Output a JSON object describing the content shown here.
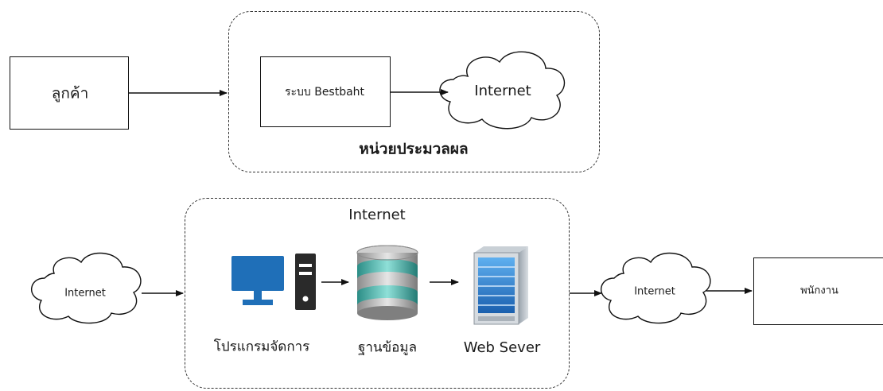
{
  "top_row": {
    "customer_label": "ลูกค้า",
    "system_label": "ระบบ Bestbaht",
    "cloud_label": "Internet",
    "group_caption": "หน่วยประมวลผล"
  },
  "bottom_row": {
    "group_caption": "Internet",
    "left_cloud_label": "Internet",
    "program_label": "โปรแกรมจัดการ",
    "database_label": "ฐานข้อมูล",
    "webserver_label": "Web Sever",
    "right_cloud_label": "Internet",
    "staff_label": "พนักงาน"
  },
  "icons": {
    "computer": "computer-icon",
    "database": "database-icon",
    "server": "web-server-icon",
    "cloud": "cloud-icon"
  },
  "colors": {
    "line": "#111111",
    "monitor": "#1f6fb8",
    "db_teal": "#3fa9a2",
    "server_blue": "#2e7fd0"
  }
}
